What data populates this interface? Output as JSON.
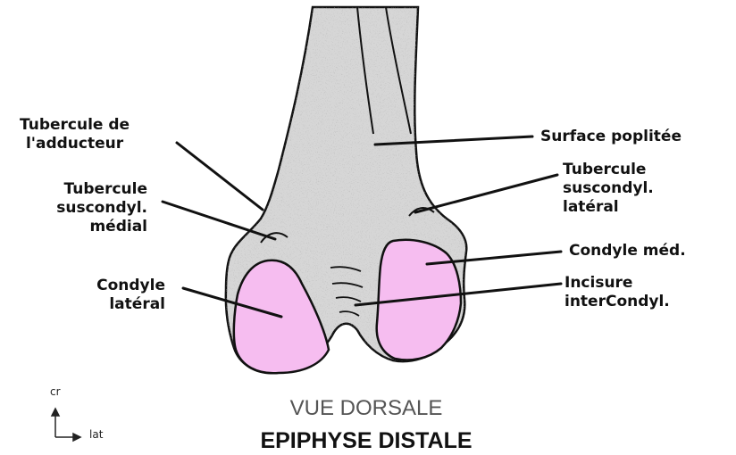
{
  "labels": {
    "tubercule_adducteur": [
      "Tubercule de",
      "l'adducteur"
    ],
    "tubercule_suscondyl_medial": [
      "Tubercule",
      "suscondyl.",
      "médial"
    ],
    "condyle_lateral": [
      "Condyle",
      "latéral"
    ],
    "surface_poplitee": [
      "Surface poplitée"
    ],
    "tubercule_suscondyl_lateral": [
      "Tubercule",
      "suscondyl.",
      "latéral"
    ],
    "condyle_medial": [
      "Condyle méd."
    ],
    "incisure_intercondyl": [
      "Incisure",
      "interCondyl."
    ]
  },
  "orientation": {
    "up": "cr",
    "right": "lat"
  },
  "title": {
    "sub": "VUE DORSALE",
    "main": "EPIPHYSE DISTALE"
  },
  "colors": {
    "bone": "#d6d6d6",
    "condyle": "#f6bdf0",
    "outline": "#111111"
  }
}
